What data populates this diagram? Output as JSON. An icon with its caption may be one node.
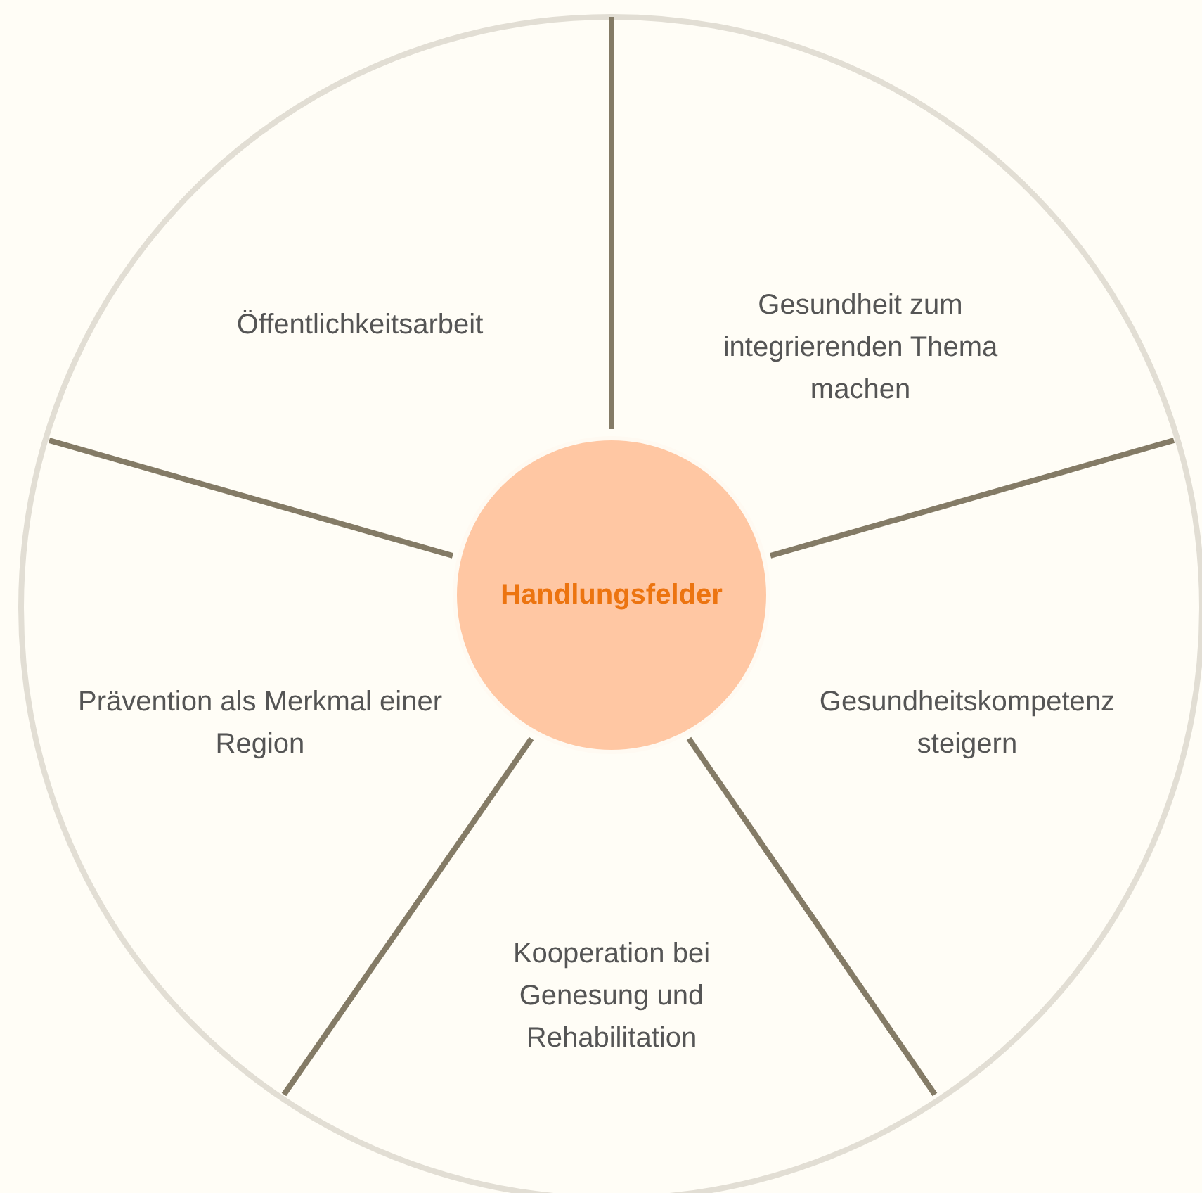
{
  "diagram": {
    "nodes": [
      {
        "text": [
          "Handlungsfelder"
        ]
      },
      {
        "text": [
          "Öffentlichkeitsarbeit"
        ]
      },
      {
        "text": [
          "Gesundheit zum integrierenden Thema machen"
        ]
      },
      {
        "text": [
          "Prävention als Merkmal einer Region"
        ]
      },
      {
        "text": [
          "Gesundheitskompetenz steigern"
        ]
      },
      {
        "text": [
          "Kooperation bei Genesung und Rehabilitation"
        ]
      }
    ]
  }
}
